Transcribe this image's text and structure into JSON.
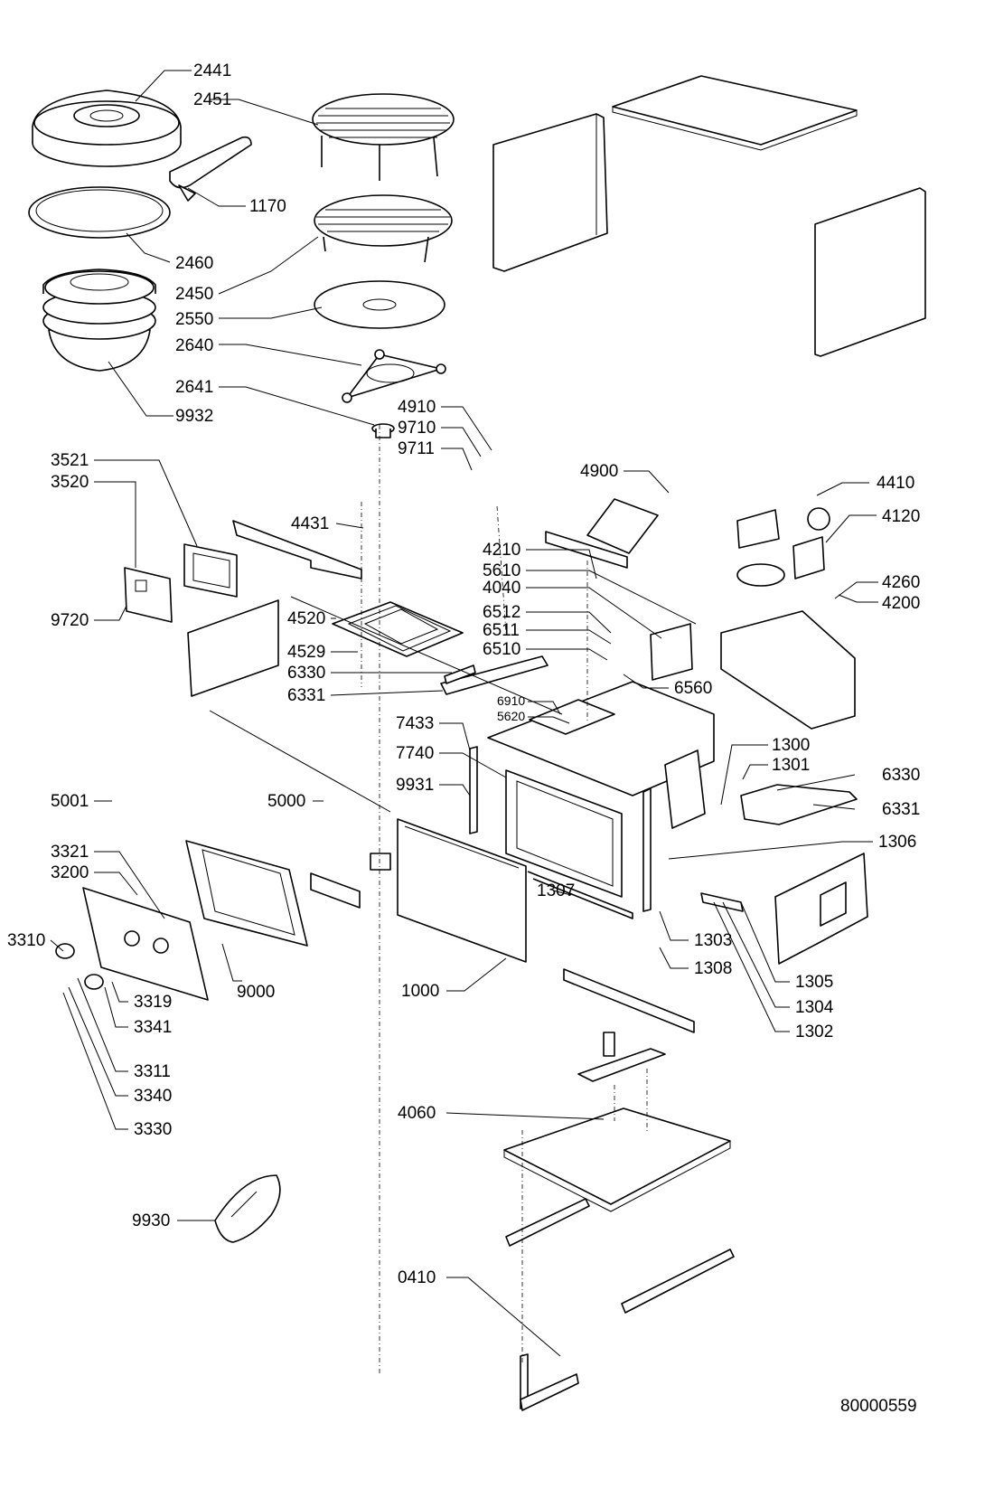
{
  "diagram_id": "80000559",
  "part_labels": [
    "2441",
    "2451",
    "1170",
    "2460",
    "2450",
    "2550",
    "2640",
    "2641",
    "9932",
    "4910",
    "9710",
    "9711",
    "4900",
    "4410",
    "4120",
    "3521",
    "3520",
    "4431",
    "4210",
    "5610",
    "4040",
    "6512",
    "6511",
    "6510",
    "4260",
    "4200",
    "9720",
    "4520",
    "4529",
    "6330",
    "6331",
    "6560",
    "6910",
    "5620",
    "7433",
    "7740",
    "9931",
    "1300",
    "1301",
    "6330",
    "6331",
    "5001",
    "5000",
    "1306",
    "3321",
    "3200",
    "1307",
    "3310",
    "1303",
    "1308",
    "3319",
    "9000",
    "1000",
    "3341",
    "1305",
    "1304",
    "1302",
    "3311",
    "3340",
    "3330",
    "4060",
    "9930",
    "0410"
  ]
}
